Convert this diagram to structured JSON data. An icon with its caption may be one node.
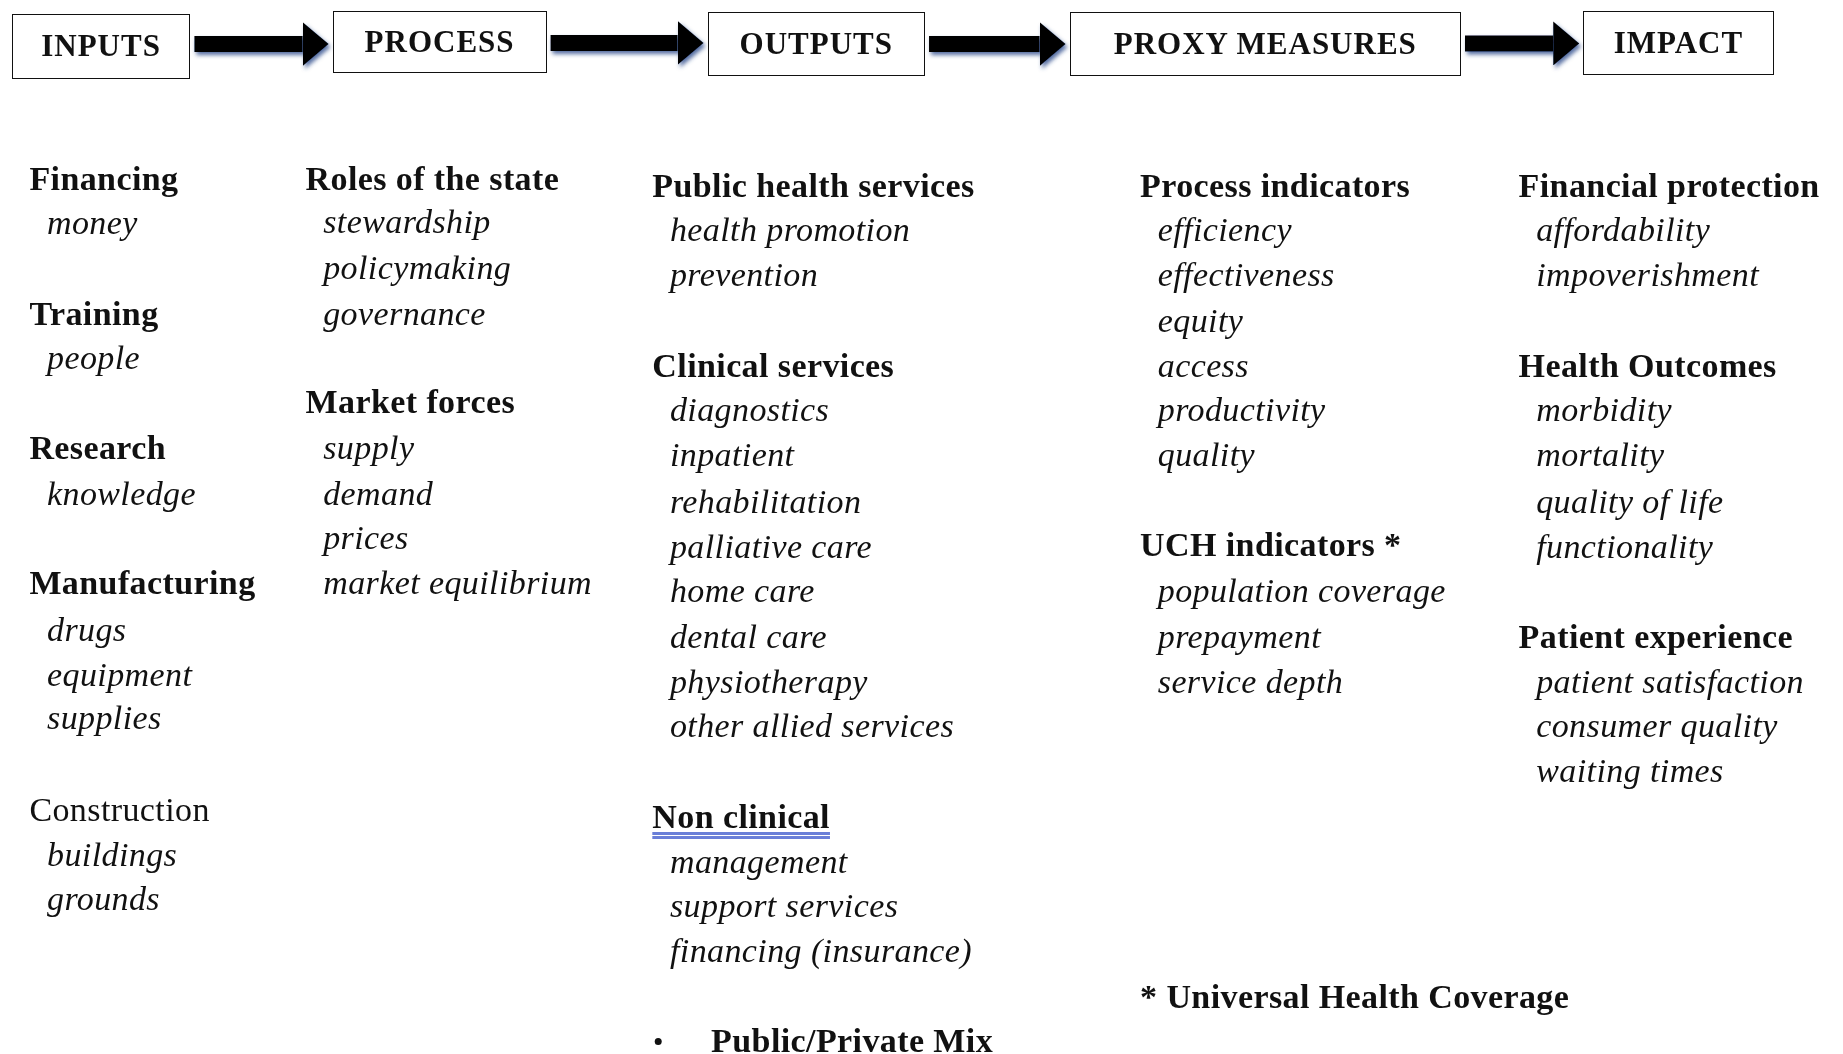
{
  "diagram": {
    "nodes": [
      {
        "text": [
          "INPUTS"
        ]
      },
      {
        "text": [
          "PROCESS"
        ]
      },
      {
        "text": [
          "OUTPUTS"
        ]
      },
      {
        "text": [
          "PROXY MEASURES"
        ]
      },
      {
        "text": [
          "IMPACT"
        ]
      }
    ],
    "edges": [
      {
        "from": 0,
        "to": 1,
        "arrow": "to"
      },
      {
        "from": 1,
        "to": 2,
        "arrow": "to"
      },
      {
        "from": 2,
        "to": 3,
        "arrow": "to"
      },
      {
        "from": 3,
        "to": 4,
        "arrow": "to"
      }
    ],
    "labels": [
      "Financing",
      "money",
      "Training",
      "people",
      "Research",
      "knowledge",
      "Manufacturing",
      "drugs",
      "equipment",
      "supplies",
      "Construction",
      "buildings",
      "grounds",
      "Roles of the state",
      "stewardship",
      "policymaking",
      "governance",
      "Market forces",
      "supply",
      "demand",
      "prices",
      "market equilibrium",
      "Public health services",
      "health promotion",
      "prevention",
      "Clinical services",
      "diagnostics",
      "inpatient",
      "rehabilitation",
      "palliative care",
      "home care",
      "dental care",
      "physiotherapy",
      "other allied services",
      "Non clinical",
      "management",
      "support services",
      "financing (insurance)",
      "Public/Private Mix",
      "Process indicators",
      "efficiency",
      "effectiveness",
      "equity",
      "access",
      "productivity",
      "quality",
      "UCH indicators *",
      "population coverage",
      "prepayment",
      "service depth",
      "* Universal Health Coverage",
      "Financial protection",
      "affordability",
      "impoverishment",
      "Health Outcomes",
      "morbidity",
      "mortality",
      "quality of life",
      "functionality",
      "Patient experience",
      "patient satisfaction",
      "consumer quality",
      "waiting times"
    ]
  }
}
